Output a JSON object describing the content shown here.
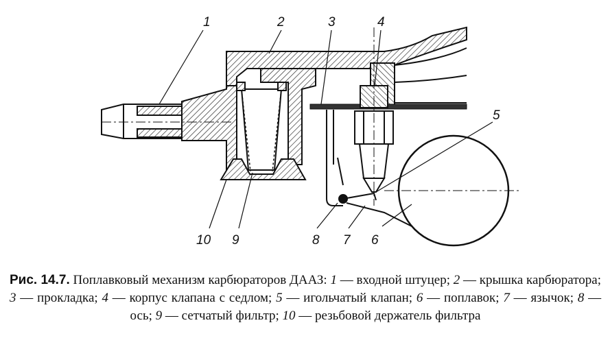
{
  "figure": {
    "part_numbers": [
      "1",
      "2",
      "3",
      "4",
      "5",
      "6",
      "7",
      "8",
      "9",
      "10"
    ]
  },
  "caption": {
    "label": "Рис. 14.7.",
    "title": "Поплавковый механизм карбюраторов ДААЗ:",
    "items": [
      {
        "num": "1",
        "text": "входной штуцер;"
      },
      {
        "num": "2",
        "text": "крышка карбюратора;"
      },
      {
        "num": "3",
        "text": "прокладка;"
      },
      {
        "num": "4",
        "text": "корпус клапана с седлом;"
      },
      {
        "num": "5",
        "text": "игольчатый клапан;"
      },
      {
        "num": "6",
        "text": "поплавок;"
      },
      {
        "num": "7",
        "text": "язычок;"
      },
      {
        "num": "8",
        "text": "ось;"
      },
      {
        "num": "9",
        "text": "сетчатый фильтр;"
      },
      {
        "num": "10",
        "text": "резьбовой держатель фильтра"
      }
    ]
  }
}
